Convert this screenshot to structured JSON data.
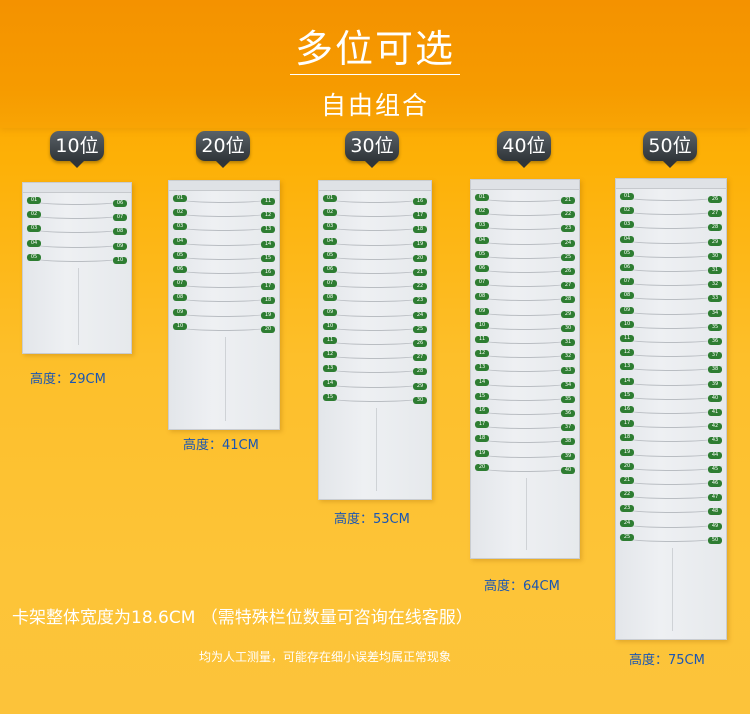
{
  "header": {
    "title": "多位可选",
    "subtitle": "自由组合"
  },
  "racks": [
    {
      "tag": "10位",
      "height_label": "高度：29CM",
      "slots": 10
    },
    {
      "tag": "20位",
      "height_label": "高度：41CM",
      "slots": 20
    },
    {
      "tag": "30位",
      "height_label": "高度：53CM",
      "slots": 30
    },
    {
      "tag": "40位",
      "height_label": "高度：64CM",
      "slots": 40
    },
    {
      "tag": "50位",
      "height_label": "高度：75CM",
      "slots": 50
    }
  ],
  "notes": {
    "width_note": "卡架整体宽度为18.6CM （需特殊栏位数量可咨询在线客服）",
    "measure_note": "均为人工测量，可能存在细小误差均属正常现象"
  },
  "colors": {
    "background": "#fdbf2a",
    "header": "#f69b00",
    "tag": "#3a4045",
    "slot_number": "#2e7d32",
    "height_label": "#1a56b3"
  }
}
